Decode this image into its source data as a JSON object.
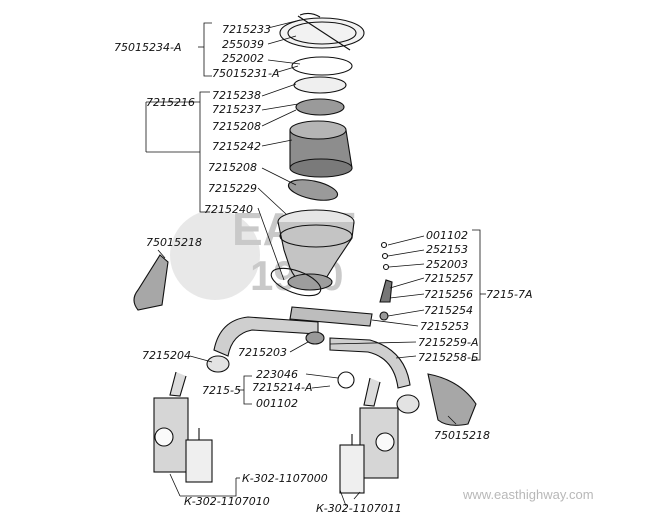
{
  "diagram": {
    "labels": {
      "p7215233": "7215233",
      "p255039": "255039",
      "p252002": "252002",
      "p75015231": "75015231-А",
      "p75015234": "75015234-А",
      "p7215238": "7215238",
      "p7215237": "7215237",
      "p7215208a": "7215208",
      "p7215216": "7215216",
      "p7215242": "7215242",
      "p7215208b": "7215208",
      "p7215229": "7215229",
      "p7215240": "7215240",
      "p75015218a": "75015218",
      "p001102a": "001102",
      "p252153": "252153",
      "p252003": "252003",
      "p7215257": "7215257",
      "p7215256": "7215256",
      "p72157A": "7215-7А",
      "p7215254": "7215254",
      "p7215253": "7215253",
      "p7215259": "7215259-А",
      "p7215258": "7215258-Б",
      "p7215204": "7215204",
      "p7215203": "7215203",
      "p223046": "223046",
      "p72155": "7215-5",
      "p7215214": "7215214-А",
      "p001102b": "001102",
      "p75015218b": "75015218",
      "pK1107010": "К-302-1107010",
      "pK1107000": "К-302-1107000",
      "pK1107011": "К-302-1107011"
    },
    "watermark": {
      "line1": "EAST",
      "line2": "1990"
    },
    "footer": "www.easthighway.com"
  },
  "colors": {
    "ink": "#111111",
    "watermark": "#c9c9c9",
    "footer": "#b8b8b8",
    "shade": "#9a9a9a"
  }
}
